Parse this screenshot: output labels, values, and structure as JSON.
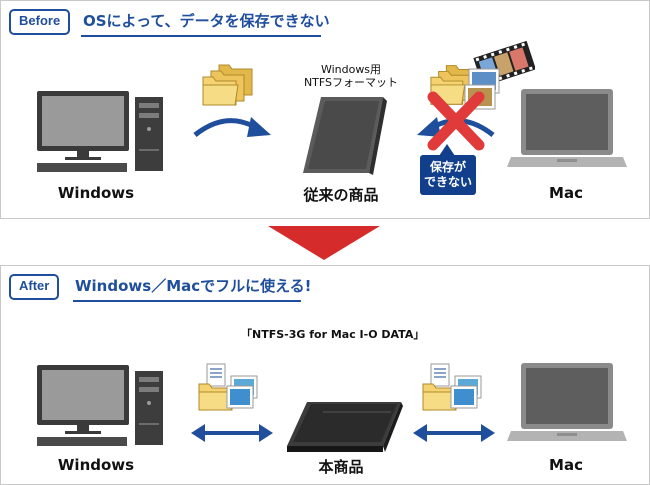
{
  "before": {
    "tag": "Before",
    "headline": "OSによって、データを保存できない",
    "drive_caption_line1": "Windows用",
    "drive_caption_line2": "NTFSフォーマット",
    "cannot_save_line1": "保存が",
    "cannot_save_line2": "できない",
    "labels": {
      "windows": "Windows",
      "product": "従来の商品",
      "mac": "Mac"
    }
  },
  "after": {
    "tag": "After",
    "headline": "Windows／Macでフルに使える!",
    "software": "「NTFS-3G for Mac I-O DATA」",
    "labels": {
      "windows": "Windows",
      "product": "本商品",
      "mac": "Mac"
    }
  },
  "colors": {
    "accent": "#1f4e9c",
    "arrow_red": "#d62b2b",
    "cross_red": "#e03a3a",
    "badge": "#123f8c"
  },
  "icons": [
    "desktop-pc-icon",
    "folder-icon",
    "hdd-icon",
    "laptop-icon",
    "film-strip-icon",
    "photo-icon",
    "cross-icon",
    "curved-arrow-icon",
    "double-arrow-icon",
    "down-arrow-icon"
  ]
}
